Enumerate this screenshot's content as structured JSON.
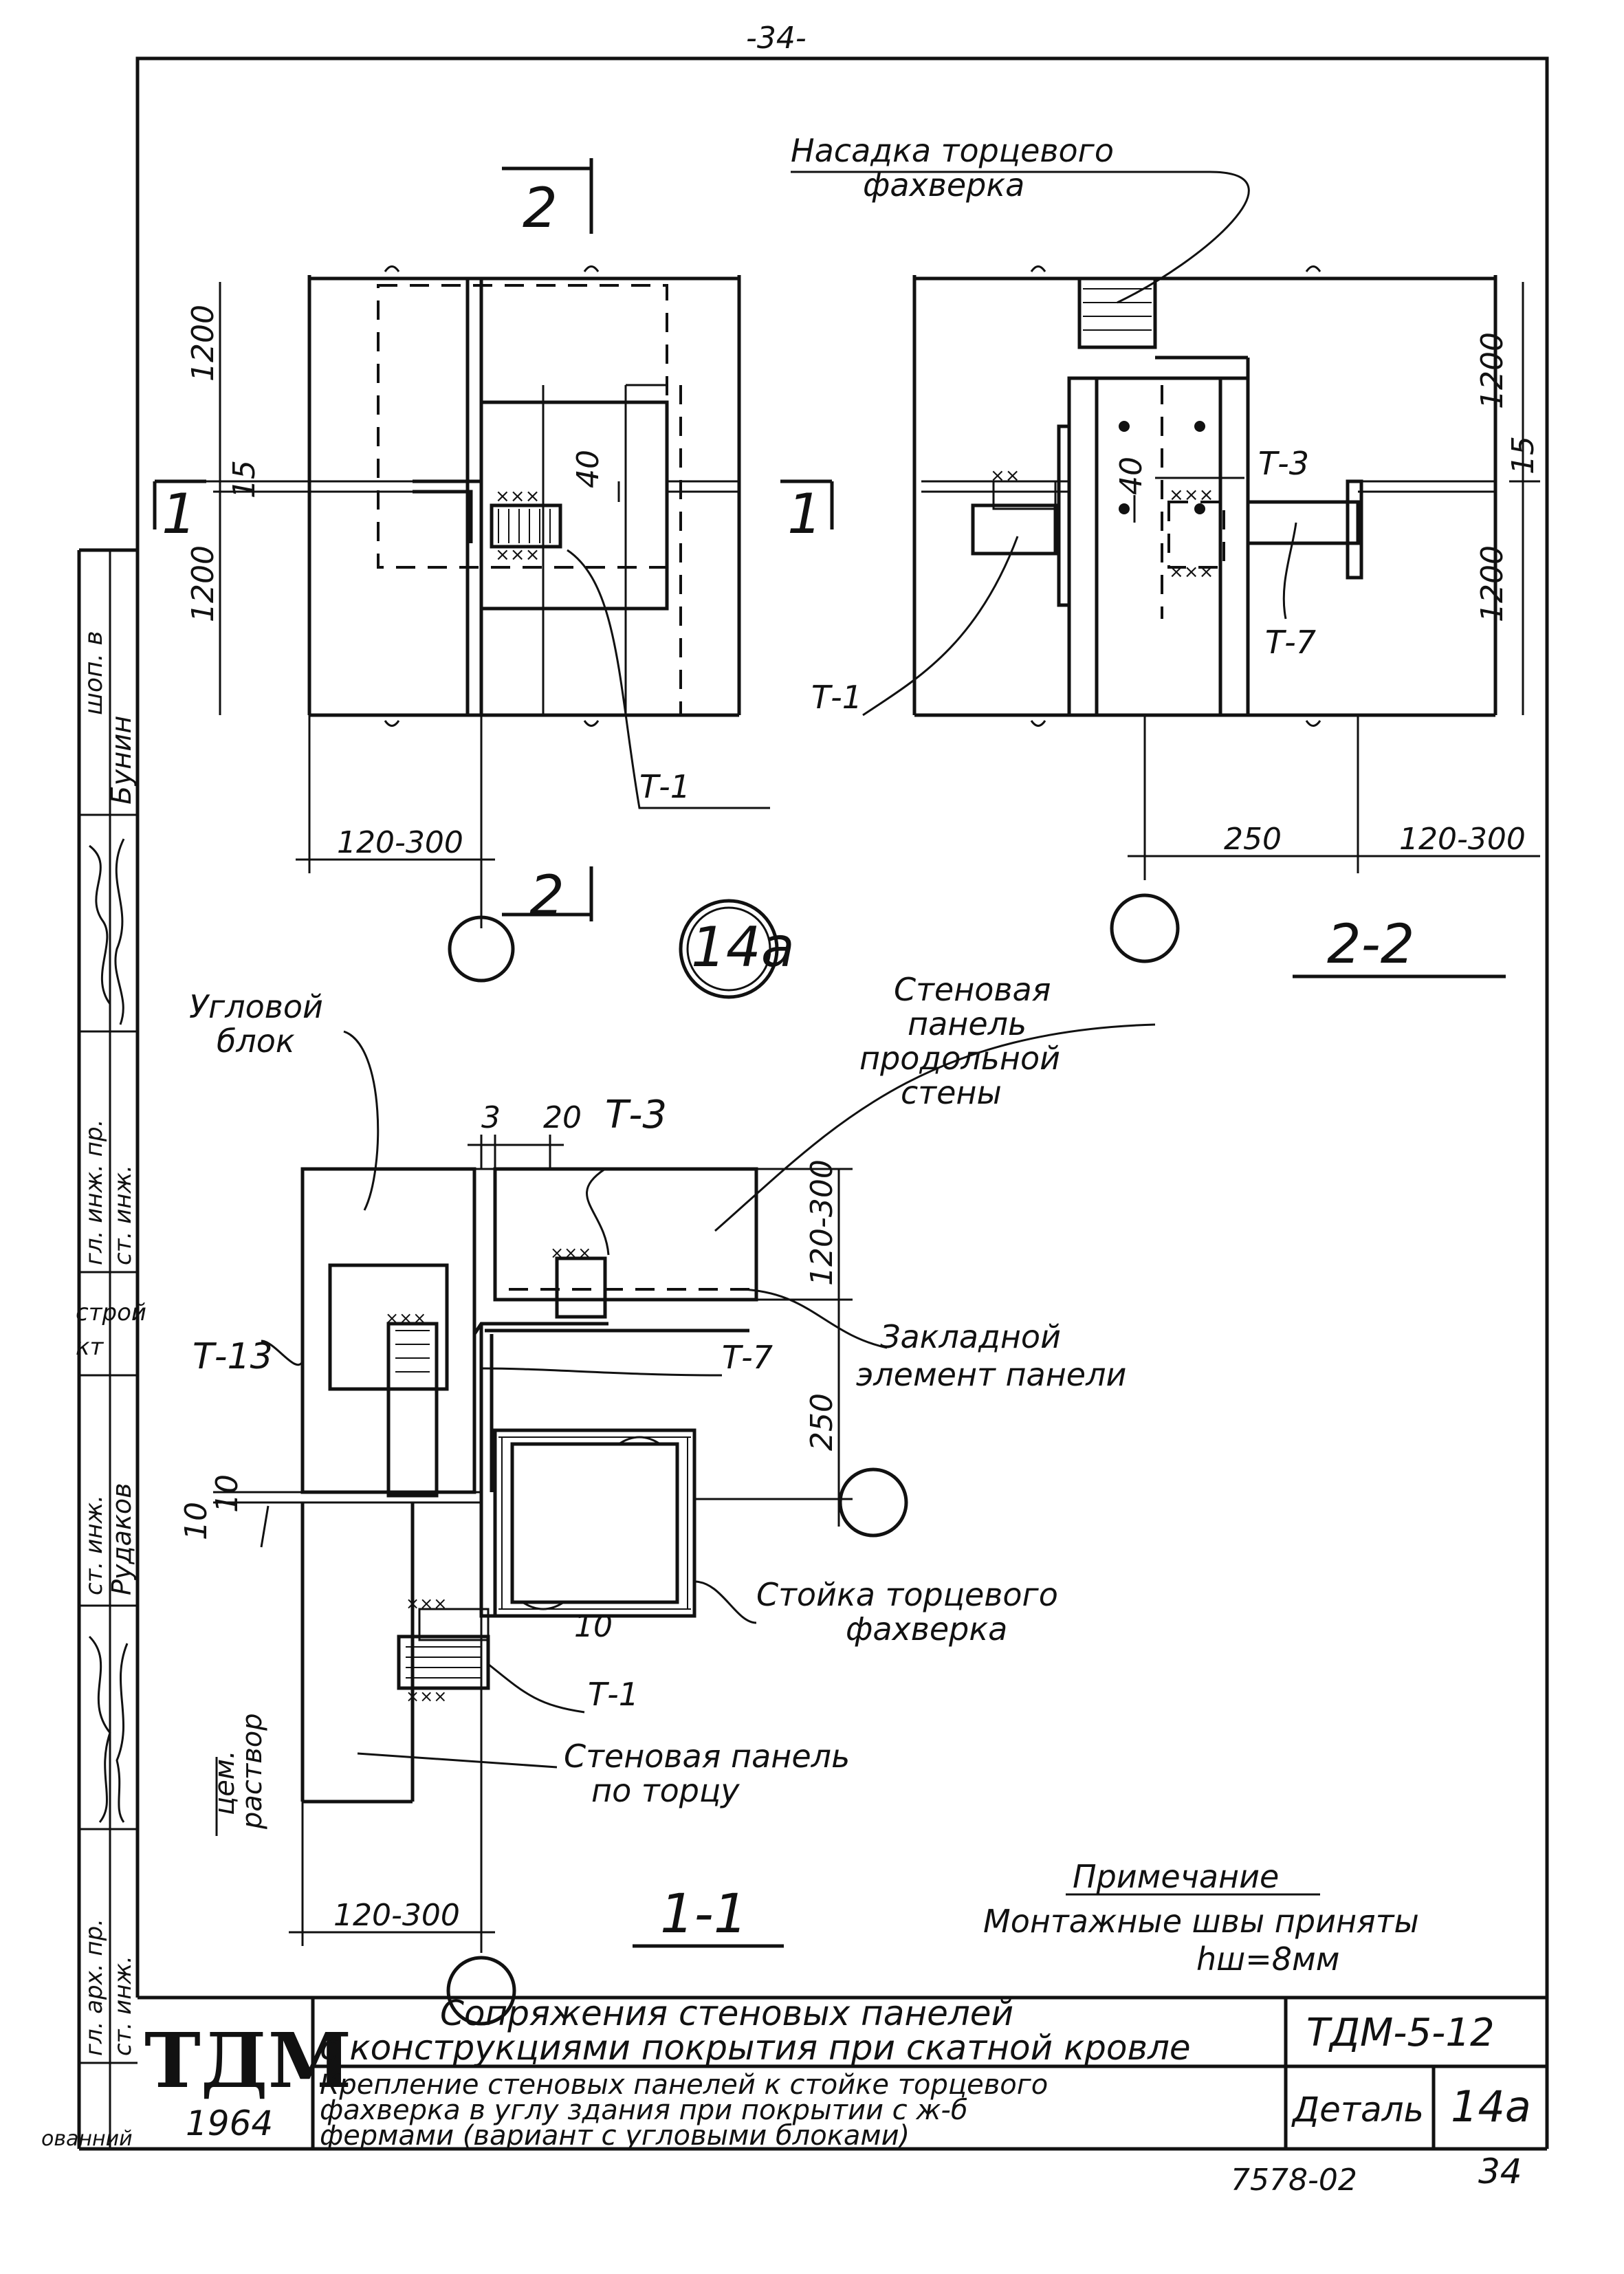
{
  "page_number": "-34-",
  "labels": {
    "nasadka": [
      "Насадка торцевого",
      "фахверка"
    ],
    "uglovoy_blok": [
      "Угловой",
      "блок"
    ],
    "panel_prodolnoy": [
      "Стеновая",
      "панель",
      "продольной",
      "стены"
    ],
    "zakladnoy": [
      "Закладной",
      "элемент панели"
    ],
    "stoyka": [
      "Стойка торцевого",
      "фахверка"
    ],
    "panel_torec": [
      "Стеновая панель",
      "по торцу"
    ],
    "cem_rastvor": [
      "цем.",
      "раствор"
    ]
  },
  "marks": {
    "t1": "Т-1",
    "t3": "Т-3",
    "t7": "Т-7",
    "t13": "Т-13",
    "sec2": "2",
    "sec1": "1",
    "detail": "14а",
    "view_22": "2-2",
    "view_11": "1-1"
  },
  "dims": {
    "d1200": "1200",
    "d15": "15",
    "d40": "40",
    "d120_300": "120-300",
    "d250": "250",
    "d3": "3",
    "d20": "20",
    "d10": "10"
  },
  "note": {
    "title": "Примечание",
    "line1": "Монтажные швы приняты",
    "line2": "hш=8мм"
  },
  "title_block": {
    "logo": "ТДМ",
    "year": "1964",
    "title_line1": "Сопряжения стеновых панелей",
    "title_line2": "с конструкциями покрытия при скатной кровле",
    "sub_line1": "Крепление стеновых панелей к стойке торцевого",
    "sub_line2": "фахверка в углу здания при покрытии с ж-б",
    "sub_line3": "фермами (вариант с угловыми блоками)",
    "code": "ТДМ-5-12",
    "detail_label": "Деталь",
    "detail_value": "14а",
    "order_no": "7578-02",
    "sheet_no": "34"
  },
  "side_stamp": {
    "c1": "шоп. в",
    "c1_name": "Бунин",
    "c2_role": "гл. инж. пр.",
    "c3_role": "ст. инж.",
    "c4_org": "строй",
    "c4_org2": "кт",
    "c5_role": "ст. инж.",
    "c5_name": "Рудаков",
    "c6_role": "гл. арх. пр.",
    "c6_role2": "ст. инж.",
    "c7_role": "ованний"
  }
}
